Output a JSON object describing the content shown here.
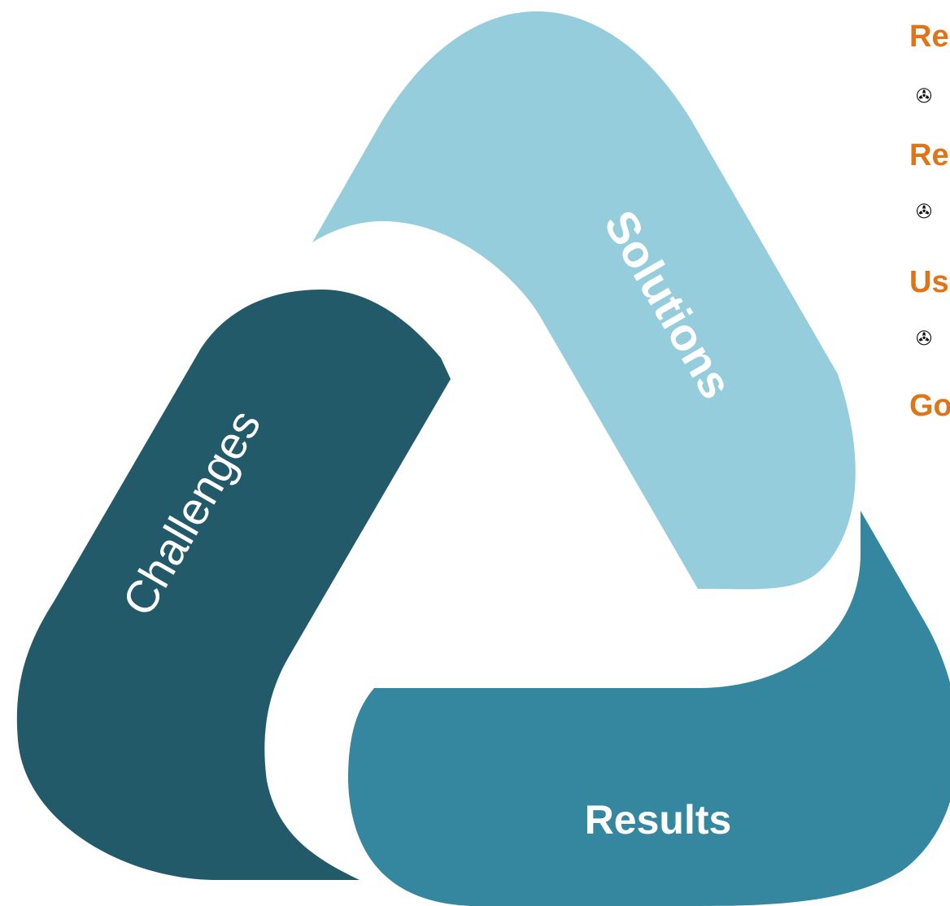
{
  "diagram": {
    "segments": [
      {
        "label": "Challenges",
        "color": "#235a6a"
      },
      {
        "label": "Solutions",
        "color": "#96cddd"
      },
      {
        "label": "Results",
        "color": "#34879f"
      }
    ]
  },
  "side_panel": {
    "items": [
      {
        "heading": "Re",
        "bullet_icon": "aperture-icon"
      },
      {
        "heading": "Re",
        "bullet_icon": "aperture-icon"
      },
      {
        "heading": "Us",
        "bullet_icon": "aperture-icon"
      },
      {
        "heading": "Go"
      }
    ],
    "heading_color": "#e07416"
  }
}
